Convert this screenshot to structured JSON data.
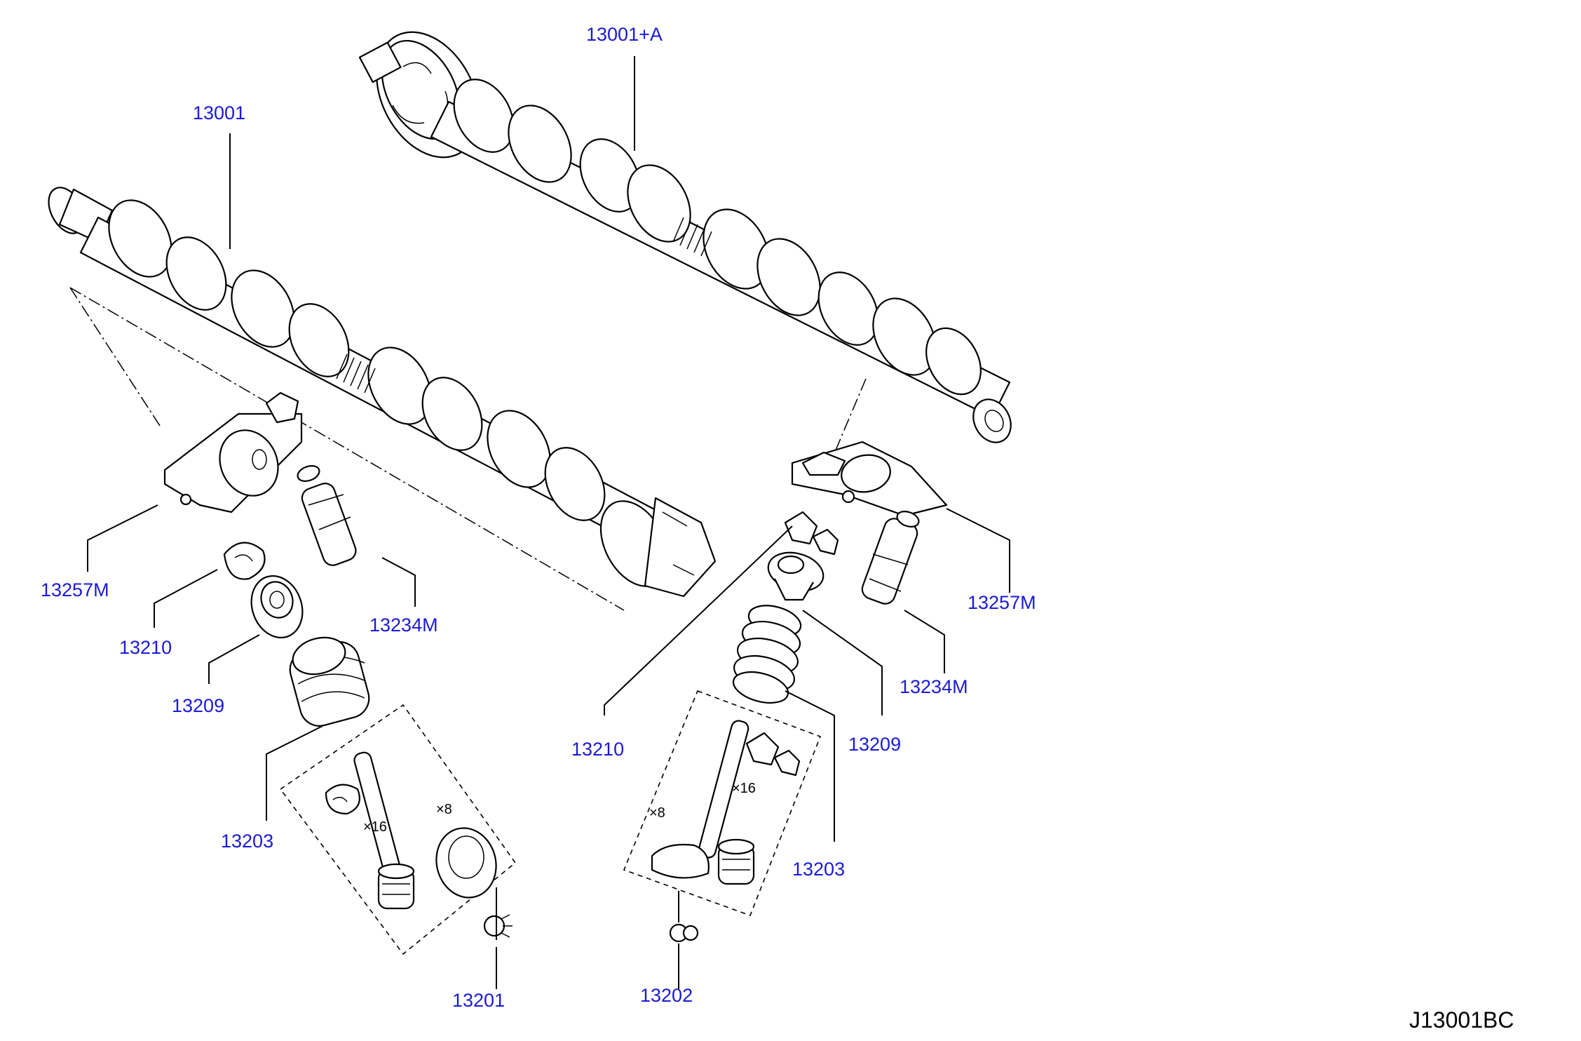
{
  "diagram_code": "J13001BC",
  "labels": {
    "cam_intake": "13001",
    "cam_exhaust": "13001+A",
    "rocker_left": "13257M",
    "rocker_right": "13257M",
    "lash_left": "13234M",
    "lash_right": "13234M",
    "collet_left": "13210",
    "collet_right": "13210",
    "retainer_left": "13209",
    "retainer_right": "13209",
    "spring_left": "13203",
    "spring_right": "13203",
    "valve_intake": "13201",
    "valve_exhaust": "13202"
  },
  "quantities": {
    "left_valve": "×8",
    "left_collets": "×16",
    "right_valve": "×8",
    "right_collets": "×16"
  }
}
